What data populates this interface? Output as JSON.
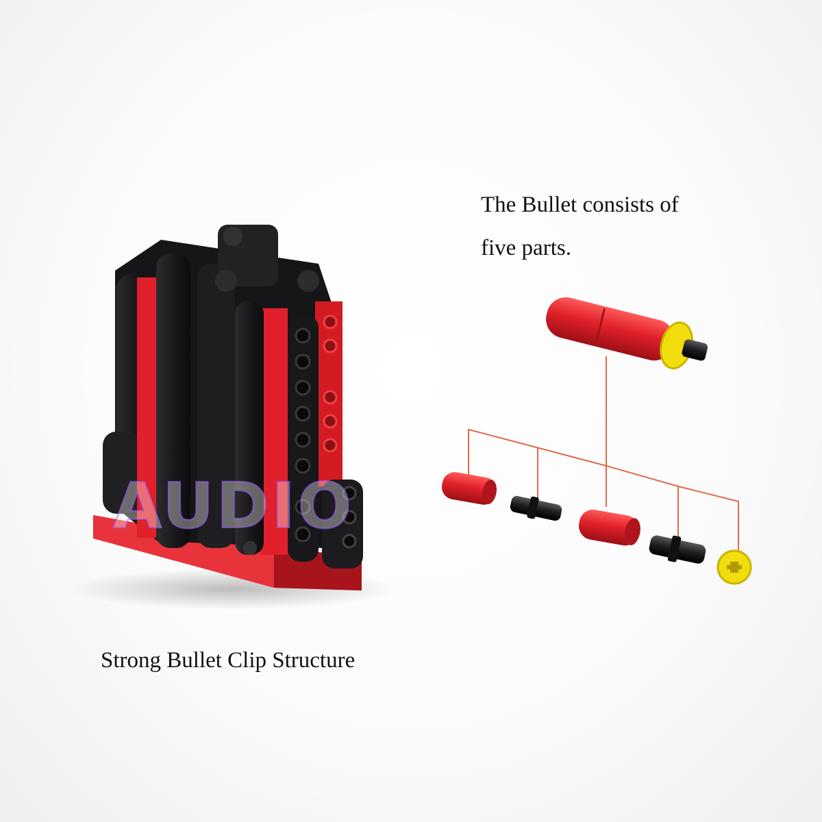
{
  "captions": {
    "bullet_line1": "The Bullet consists of",
    "bullet_line2": "five parts.",
    "clip_caption": "Strong Bullet Clip Structure"
  },
  "watermark": {
    "text": "AUDIO"
  },
  "colors": {
    "brick_red": "#e0202a",
    "brick_black": "#1c1c1e",
    "brick_yellow": "#f2dd0e",
    "connector_line": "#e06a4a"
  },
  "parts": [
    {
      "name": "red pin connector",
      "color": "red"
    },
    {
      "name": "black axle pin",
      "color": "black"
    },
    {
      "name": "red pin connector",
      "color": "red"
    },
    {
      "name": "black axle pin",
      "color": "black"
    },
    {
      "name": "yellow bush",
      "color": "yellow"
    }
  ]
}
